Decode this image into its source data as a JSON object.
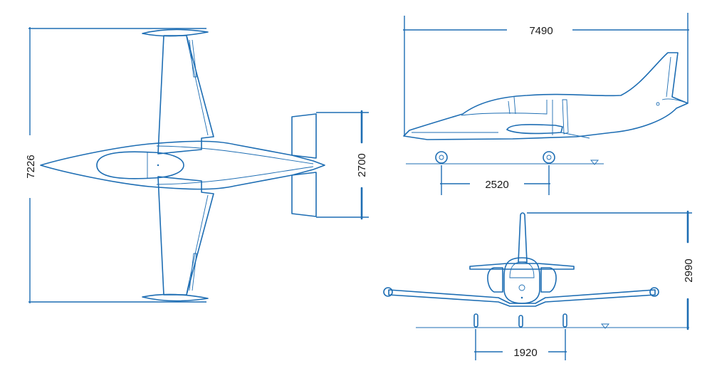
{
  "colors": {
    "line": "#1d6db3",
    "text": "#1a1a1a",
    "background": "#ffffff"
  },
  "dimensions": {
    "length": "7490",
    "wingspan": "7226",
    "tail_span": "2700",
    "height": "2990",
    "wheelbase": "2520",
    "track": "1920"
  }
}
